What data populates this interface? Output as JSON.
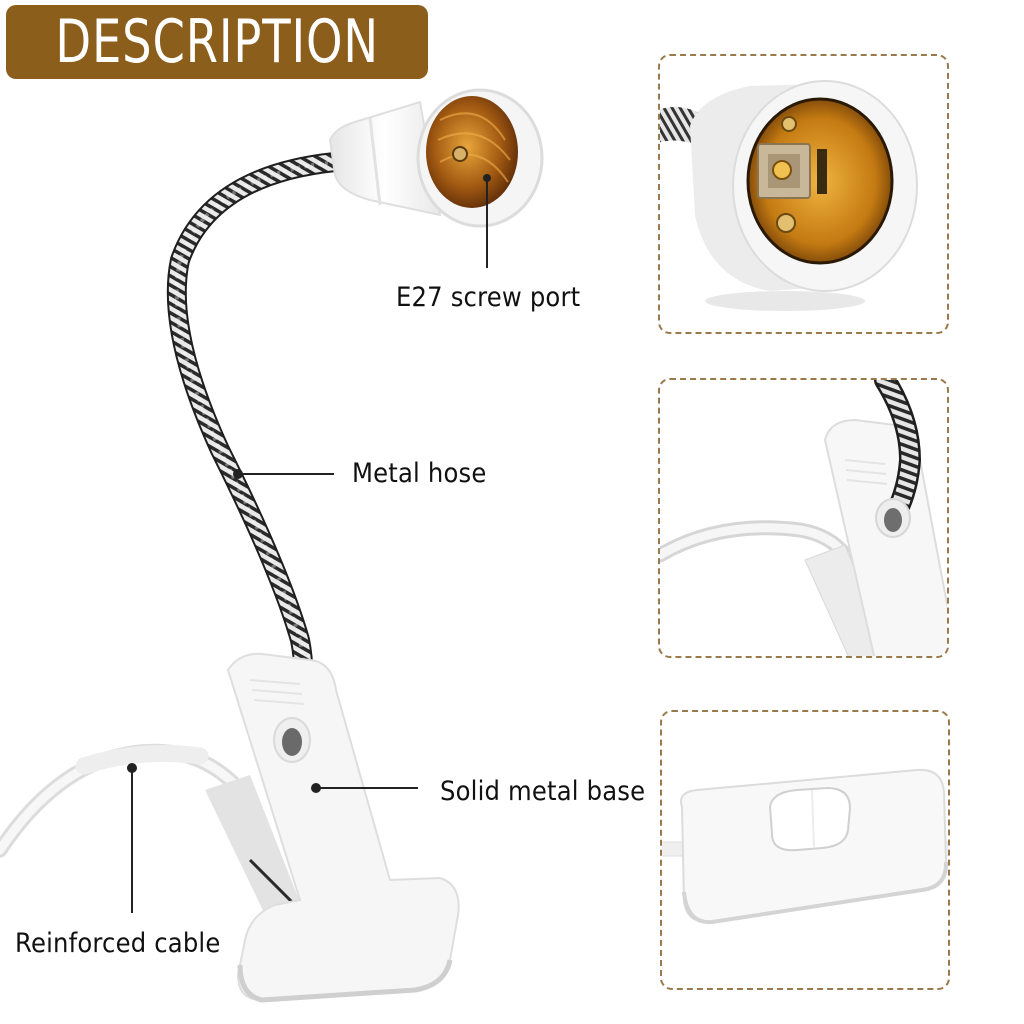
{
  "banner": {
    "title": "DESCRIPTION",
    "background": "#8c5e1c",
    "text_color": "#ffffff"
  },
  "product": {
    "name": "Clip-on lamp holder with flexible metal hose",
    "callouts": [
      {
        "id": "socket",
        "label": "E27 screw port"
      },
      {
        "id": "hose",
        "label": "Metal hose"
      },
      {
        "id": "base",
        "label": "Solid metal base"
      },
      {
        "id": "cable",
        "label": "Reinforced cable"
      }
    ]
  },
  "detail_panels": [
    {
      "id": "socket-closeup",
      "subject": "E27 socket close-up"
    },
    {
      "id": "clip-closeup",
      "subject": "Clip and hose joint close-up"
    },
    {
      "id": "switch-closeup",
      "subject": "Inline rocker switch close-up"
    }
  ],
  "colors": {
    "accent": "#8c5e1c",
    "panel_border": "#9a7a4a",
    "brass": "#c98a1a",
    "plastic": "#f4f4f4"
  }
}
